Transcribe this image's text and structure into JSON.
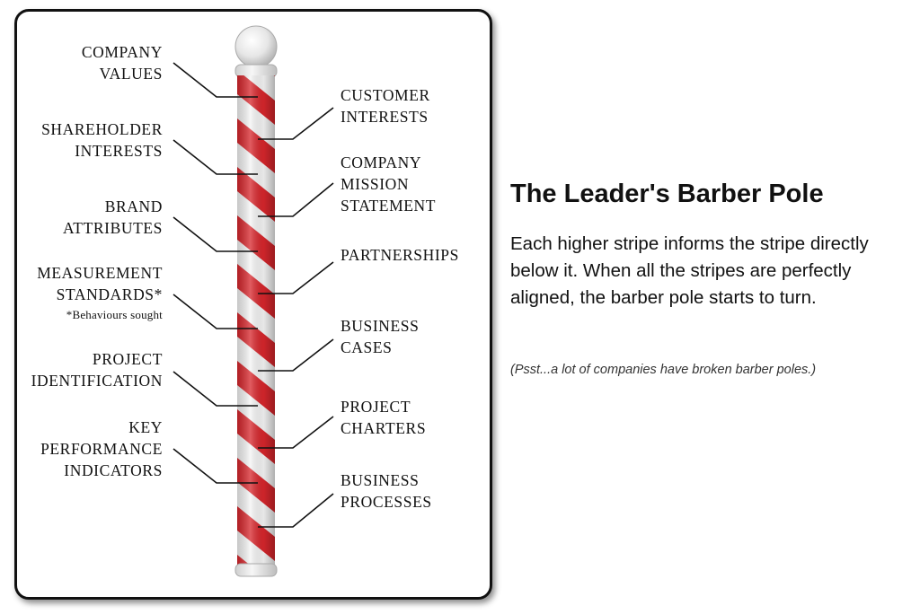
{
  "diagram": {
    "left_labels": [
      {
        "lines": [
          "Company",
          "Values"
        ]
      },
      {
        "lines": [
          "Shareholder",
          "Interests"
        ]
      },
      {
        "lines": [
          "Brand",
          "Attributes"
        ]
      },
      {
        "lines": [
          "Measurement",
          "Standards*"
        ],
        "note": "*Behaviours sought"
      },
      {
        "lines": [
          "Project",
          "Identification"
        ]
      },
      {
        "lines": [
          "Key",
          "Performance",
          "Indicators"
        ]
      }
    ],
    "right_labels": [
      {
        "lines": [
          "Customer",
          "Interests"
        ]
      },
      {
        "lines": [
          "Company",
          "Mission",
          "Statement"
        ]
      },
      {
        "lines": [
          "Partnerships"
        ]
      },
      {
        "lines": [
          "Business",
          "Cases"
        ]
      },
      {
        "lines": [
          "Project",
          "Charters"
        ]
      },
      {
        "lines": [
          "Business",
          "Processes"
        ]
      }
    ],
    "colors": {
      "stripe_red": "#d8262c",
      "stripe_white": "#f4f4f4",
      "line": "#111111",
      "cap": "#d9d9d9"
    }
  },
  "panel": {
    "title": "The Leader's Barber Pole",
    "description": "Each higher stripe informs the stripe directly below it. When all the stripes are perfectly aligned, the barber pole starts to turn.",
    "aside": "(Psst...a lot of companies have broken barber poles.)"
  }
}
